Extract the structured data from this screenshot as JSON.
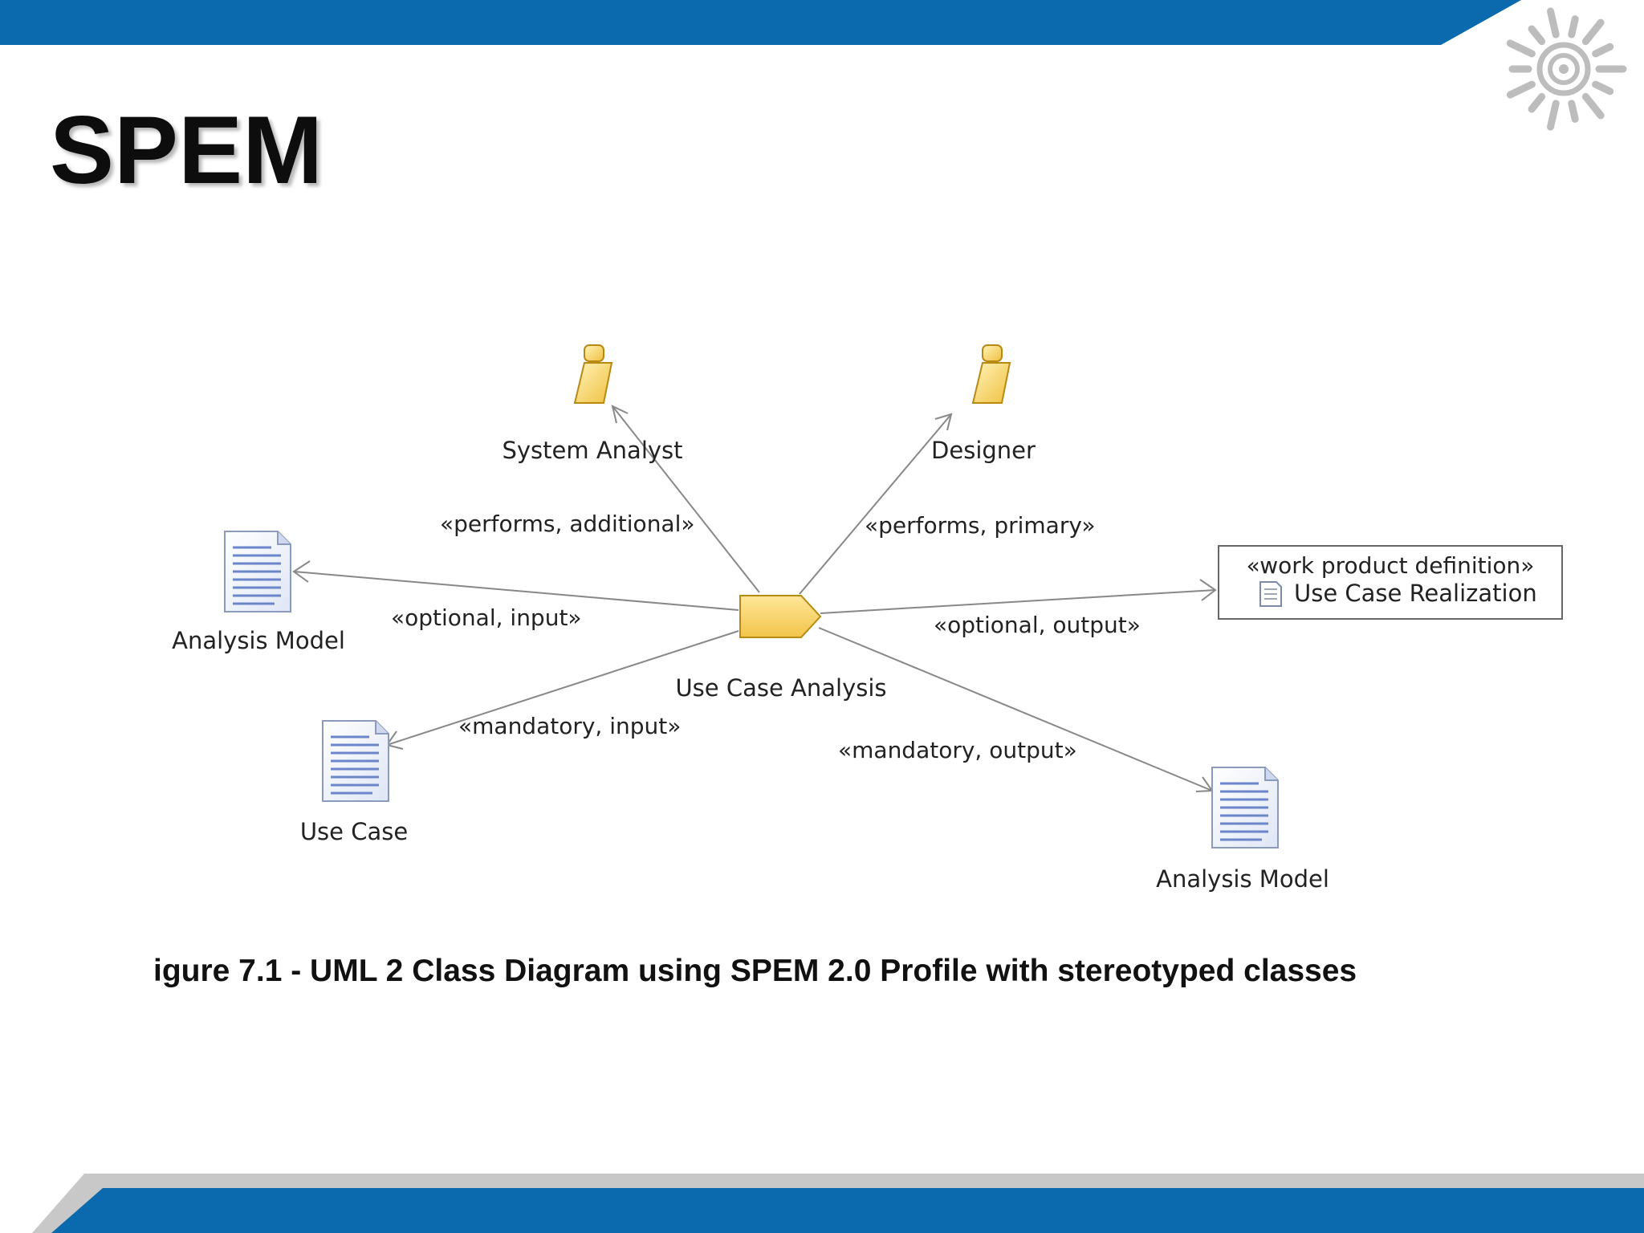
{
  "slide": {
    "title": "SPEM",
    "caption": "igure 7.1 - UML 2 Class Diagram using SPEM 2.0 Profile with stereotyped classes",
    "colors": {
      "banner": "#0a6aad",
      "footer_gray": "#c8c8c8",
      "icon_fill": "#f5d06a",
      "icon_stroke": "#b88a10",
      "doc_line": "#6b86c9"
    },
    "logo": {
      "icon": "sun-spiral-logo"
    }
  },
  "diagram": {
    "task": {
      "label": "Use Case Analysis",
      "icon": "task-icon"
    },
    "roles": [
      {
        "label": "System Analyst",
        "icon": "role-person-icon"
      },
      {
        "label": "Designer",
        "icon": "role-person-icon"
      }
    ],
    "work_products": [
      {
        "label": "Analysis Model",
        "icon": "document-icon"
      },
      {
        "label": "Use Case",
        "icon": "document-icon"
      },
      {
        "label": "Analysis Model",
        "icon": "document-icon"
      }
    ],
    "definition_box": {
      "stereotype": "«work product definition»",
      "label": "Use Case Realization",
      "icon": "small-document-icon"
    },
    "edges": [
      {
        "label": "«performs, additional»"
      },
      {
        "label": "«performs, primary»"
      },
      {
        "label": "«optional, input»"
      },
      {
        "label": "«optional, output»"
      },
      {
        "label": "«mandatory, input»"
      },
      {
        "label": "«mandatory, output»"
      }
    ]
  }
}
